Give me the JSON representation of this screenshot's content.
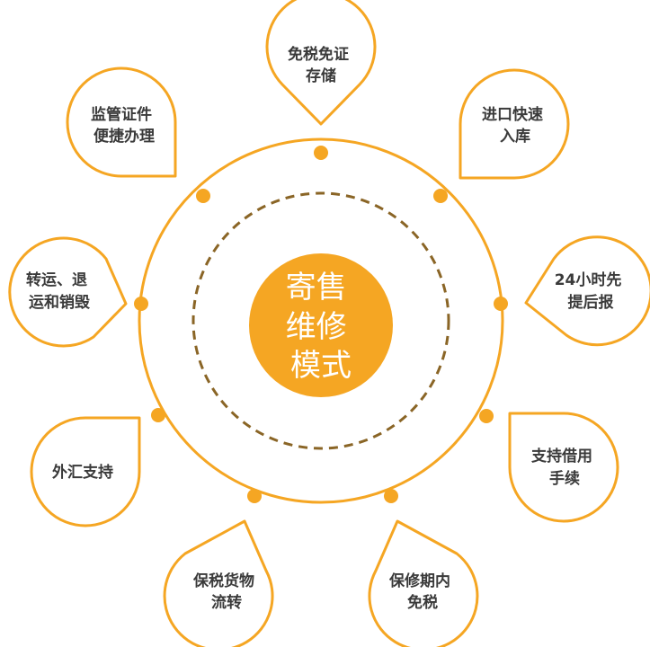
{
  "colors": {
    "accent": "#f5a623",
    "text": "#3a3a3a",
    "inner_ring": "#8a6526",
    "background": "#ffffff"
  },
  "center": {
    "lines": [
      "寄售",
      "维修",
      "模式"
    ]
  },
  "features": [
    {
      "lines": [
        "免税免证",
        "存储"
      ]
    },
    {
      "lines": [
        "进口快速",
        "入库"
      ]
    },
    {
      "lines": [
        "24小时先",
        "提后报"
      ]
    },
    {
      "lines": [
        "支持借用",
        "手续"
      ]
    },
    {
      "lines": [
        "保修期内",
        "免税"
      ]
    },
    {
      "lines": [
        "保税货物",
        "流转"
      ]
    },
    {
      "lines": [
        "外汇支持"
      ]
    },
    {
      "lines": [
        "转运、退",
        "运和销毁"
      ]
    },
    {
      "lines": [
        "监管证件",
        "便捷办理"
      ]
    }
  ]
}
